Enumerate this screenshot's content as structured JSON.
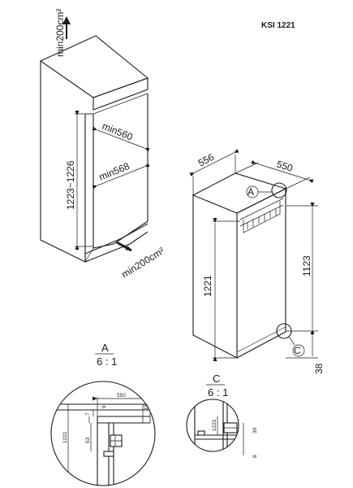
{
  "model": "KSI 1221",
  "niche": {
    "vent_top": "min200cm²",
    "vent_bottom": "min200cm²",
    "width_upper": "min560",
    "width_lower": "min568",
    "height": "1223~1226"
  },
  "appliance": {
    "width": "556",
    "depth": "550",
    "height": "1221",
    "hinge_height": "1123",
    "bottom_gap": "38",
    "callout_a": "A",
    "callout_c": "C"
  },
  "detail_a": {
    "letter": "A",
    "scale": "6 : 1",
    "dims": [
      "550",
      "7",
      "9",
      "15",
      "53",
      "1221"
    ]
  },
  "detail_c": {
    "letter": "C",
    "scale": "6 : 1",
    "dims": [
      "1221",
      "30",
      "8"
    ]
  }
}
